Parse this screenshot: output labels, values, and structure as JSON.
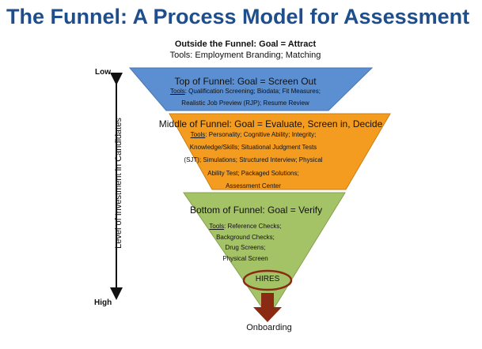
{
  "title": "The Funnel: A Process Model for Assessment",
  "outside": {
    "goal": "Outside the Funnel: Goal = Attract",
    "tools": "Tools: Employment Branding; Matching"
  },
  "axis": {
    "low": "Low",
    "high": "High",
    "label": "Level of Investment in Candidates"
  },
  "stages": {
    "top": {
      "title": "Top of Funnel: Goal = Screen Out",
      "tools_label": "Tools",
      "tools_line1": ": Qualification Screening; Biodata; Fit Measures;",
      "tools_line2": "Realistic Job Preview (RJP); Resume Review",
      "color": "#5b8fd1"
    },
    "middle": {
      "title": "Middle of Funnel: Goal = Evaluate, Screen in, Decide",
      "tools_label": "Tools",
      "tools_line1": ": Personality; Cognitive Ability; Integrity;",
      "tools_line2": "Knowledge/Skills; Situational Judgment Tests",
      "tools_line3": "(SJT); Simulations; Structured Interview; Physical",
      "tools_line4": "Ability Test; Packaged Solutions;",
      "tools_line5": "Assessment Center",
      "color": "#f39c1f"
    },
    "bottom": {
      "title": "Bottom of Funnel: Goal = Verify",
      "tools_label": "Tools",
      "tools_line1": ": Reference Checks;",
      "tools_line2": "Background Checks;",
      "tools_line3": "Drug Screens;",
      "tools_line4": "Physical Screen",
      "color": "#a4c266"
    }
  },
  "hires": "HIRES",
  "onboarding": "Onboarding",
  "colors": {
    "title": "#1f4e8c",
    "arrow": "#8b2a12",
    "hires_ring": "#8b2a12"
  }
}
